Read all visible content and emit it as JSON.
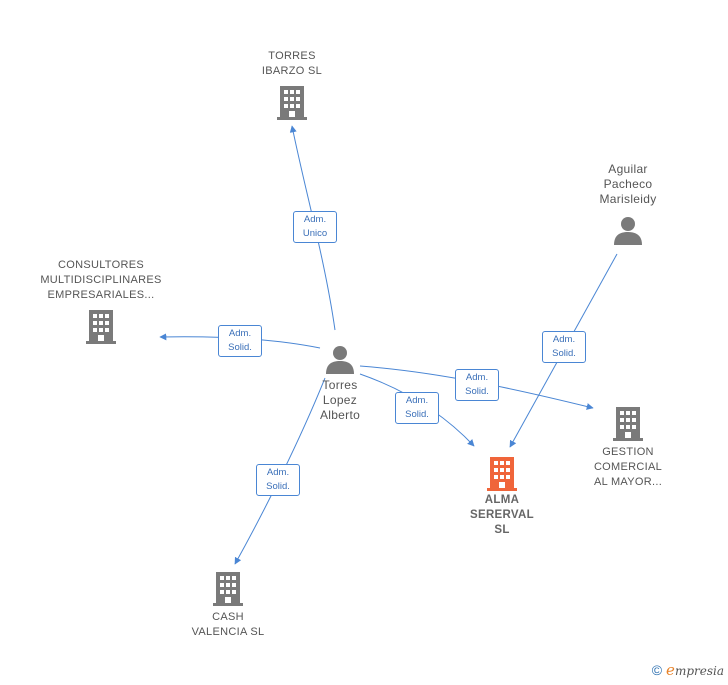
{
  "colors": {
    "edge": "#4a86d4",
    "company_icon": "#7a7a7a",
    "main_company_icon": "#f0653a",
    "person_icon": "#7a7a7a"
  },
  "nodes": {
    "torres_ibarzo": {
      "label": "TORRES\nIBARZO  SL",
      "icon": "building-icon"
    },
    "consultores": {
      "label": "CONSULTORES\nMULTIDISCIPLINARES\nEMPRESARIALES...",
      "icon": "building-icon"
    },
    "torres_lopez": {
      "label": "Torres\nLopez\nAlberto",
      "icon": "person-icon"
    },
    "aguilar": {
      "label": "Aguilar\nPacheco\nMarisleidy",
      "icon": "person-icon"
    },
    "gestion": {
      "label": "GESTION\nCOMERCIAL\nAL MAYOR...",
      "icon": "building-icon"
    },
    "alma": {
      "label": "ALMA\nSERERVAL\nSL",
      "icon": "building-icon"
    },
    "cash": {
      "label": "CASH\nVALENCIA SL",
      "icon": "building-icon"
    }
  },
  "edges": {
    "to_torres_ibarzo": "Adm.\nUnico",
    "to_consultores": "Adm.\nSolid.",
    "to_gestion": "Adm.\nSolid.",
    "to_alma": "Adm.\nSolid.",
    "aguilar_to_alma": "Adm.\nSolid.",
    "to_cash": "Adm.\nSolid."
  },
  "footer": {
    "copyright_symbol": "©",
    "brand_initial": "e",
    "brand_rest": "mpresia"
  }
}
